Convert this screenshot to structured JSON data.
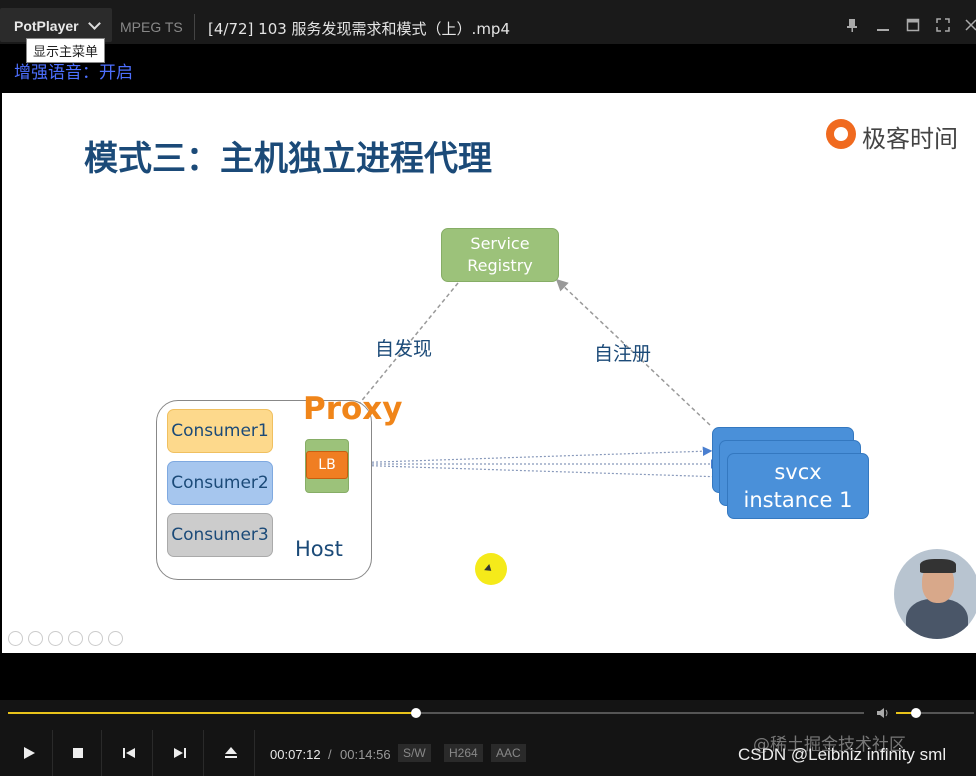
{
  "titlebar": {
    "app_name": "PotPlayer",
    "format": "MPEG TS",
    "file_title": "[4/72] 103 服务发现需求和模式（上）.mp4",
    "tooltip": "显示主菜单"
  },
  "osd": {
    "message": "增强语音：开启"
  },
  "slide": {
    "title": "模式三：主机独立进程代理",
    "logo_text": "极客时间",
    "service_registry": [
      "Service",
      "Registry"
    ],
    "edge_discover": "自发现",
    "edge_register": "自注册",
    "proxy_label": "Proxy",
    "lb_label": "LB",
    "consumers": [
      "Consumer1",
      "Consumer2",
      "Consumer3"
    ],
    "host_label": "Host",
    "svc_instance": [
      "svcx",
      "instance 1"
    ]
  },
  "playback": {
    "current_time": "00:07:12",
    "separator": "/",
    "total_time": "00:14:56",
    "progress": 0.477,
    "volume": 0.25,
    "tags": [
      "S/W",
      "H264",
      "AAC"
    ]
  },
  "watermark": {
    "line1": "@稀土掘金技术社区",
    "line2": "CSDN @Leibniz infinity sml"
  },
  "colors": {
    "accent": "#e8c31a",
    "title_blue": "#1b4a78",
    "proxy_orange": "#f08519",
    "registry_green": "#9cc27a",
    "service_blue": "#4a90d9"
  }
}
